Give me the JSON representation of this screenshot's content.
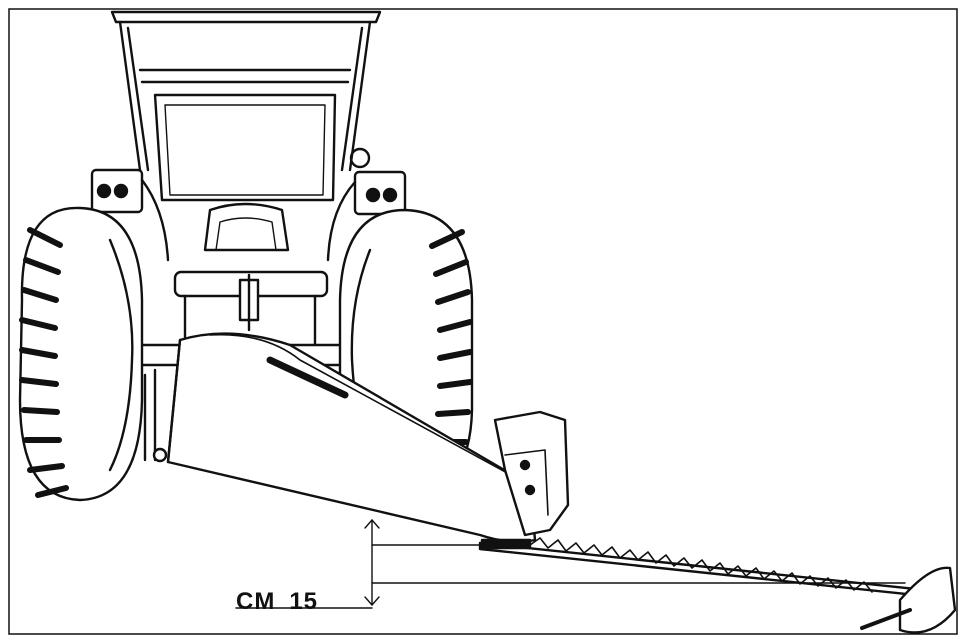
{
  "figure": {
    "subject": "tractor-with-rear-sickle-bar-mower",
    "dimension": {
      "unit": "CM",
      "value": "15"
    },
    "colors": {
      "ink": "#111111",
      "paper": "#ffffff"
    }
  }
}
